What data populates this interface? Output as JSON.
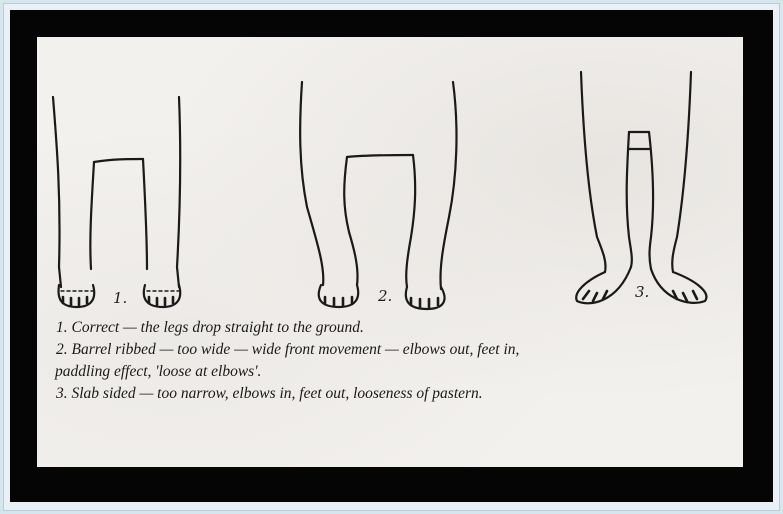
{
  "diagram": {
    "labels": [
      "1.",
      "2.",
      "3."
    ],
    "captions": [
      "1. Correct — the legs drop straight to the ground.",
      "2. Barrel ribbed — too wide — wide front movement — elbows out, feet in,",
      "paddling effect, 'loose at elbows'.",
      "3. Slab sided — too narrow, elbows in, feet out, looseness of pastern."
    ]
  },
  "colors": {
    "background": "#d6e6ee",
    "mat": "#050505",
    "paper": "#f3f1ee",
    "ink": "#1a1a1a"
  }
}
